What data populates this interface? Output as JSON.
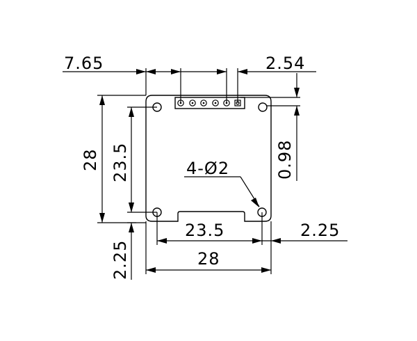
{
  "dimensions": {
    "pin_offset_left": "7.65",
    "pin_pitch": "2.54",
    "board_height": "28",
    "hole_spacing_vertical": "23.5",
    "hole_spacing_horizontal": "23.5",
    "board_width": "28",
    "hole_edge_offset_bottom": "2.25",
    "hole_edge_offset_right": "2.25",
    "header_offset": "0.98",
    "holes_callout": "4-Ø2"
  },
  "header": {
    "pin_count": 6
  },
  "colors": {
    "line": "#000000",
    "background": "#ffffff"
  }
}
